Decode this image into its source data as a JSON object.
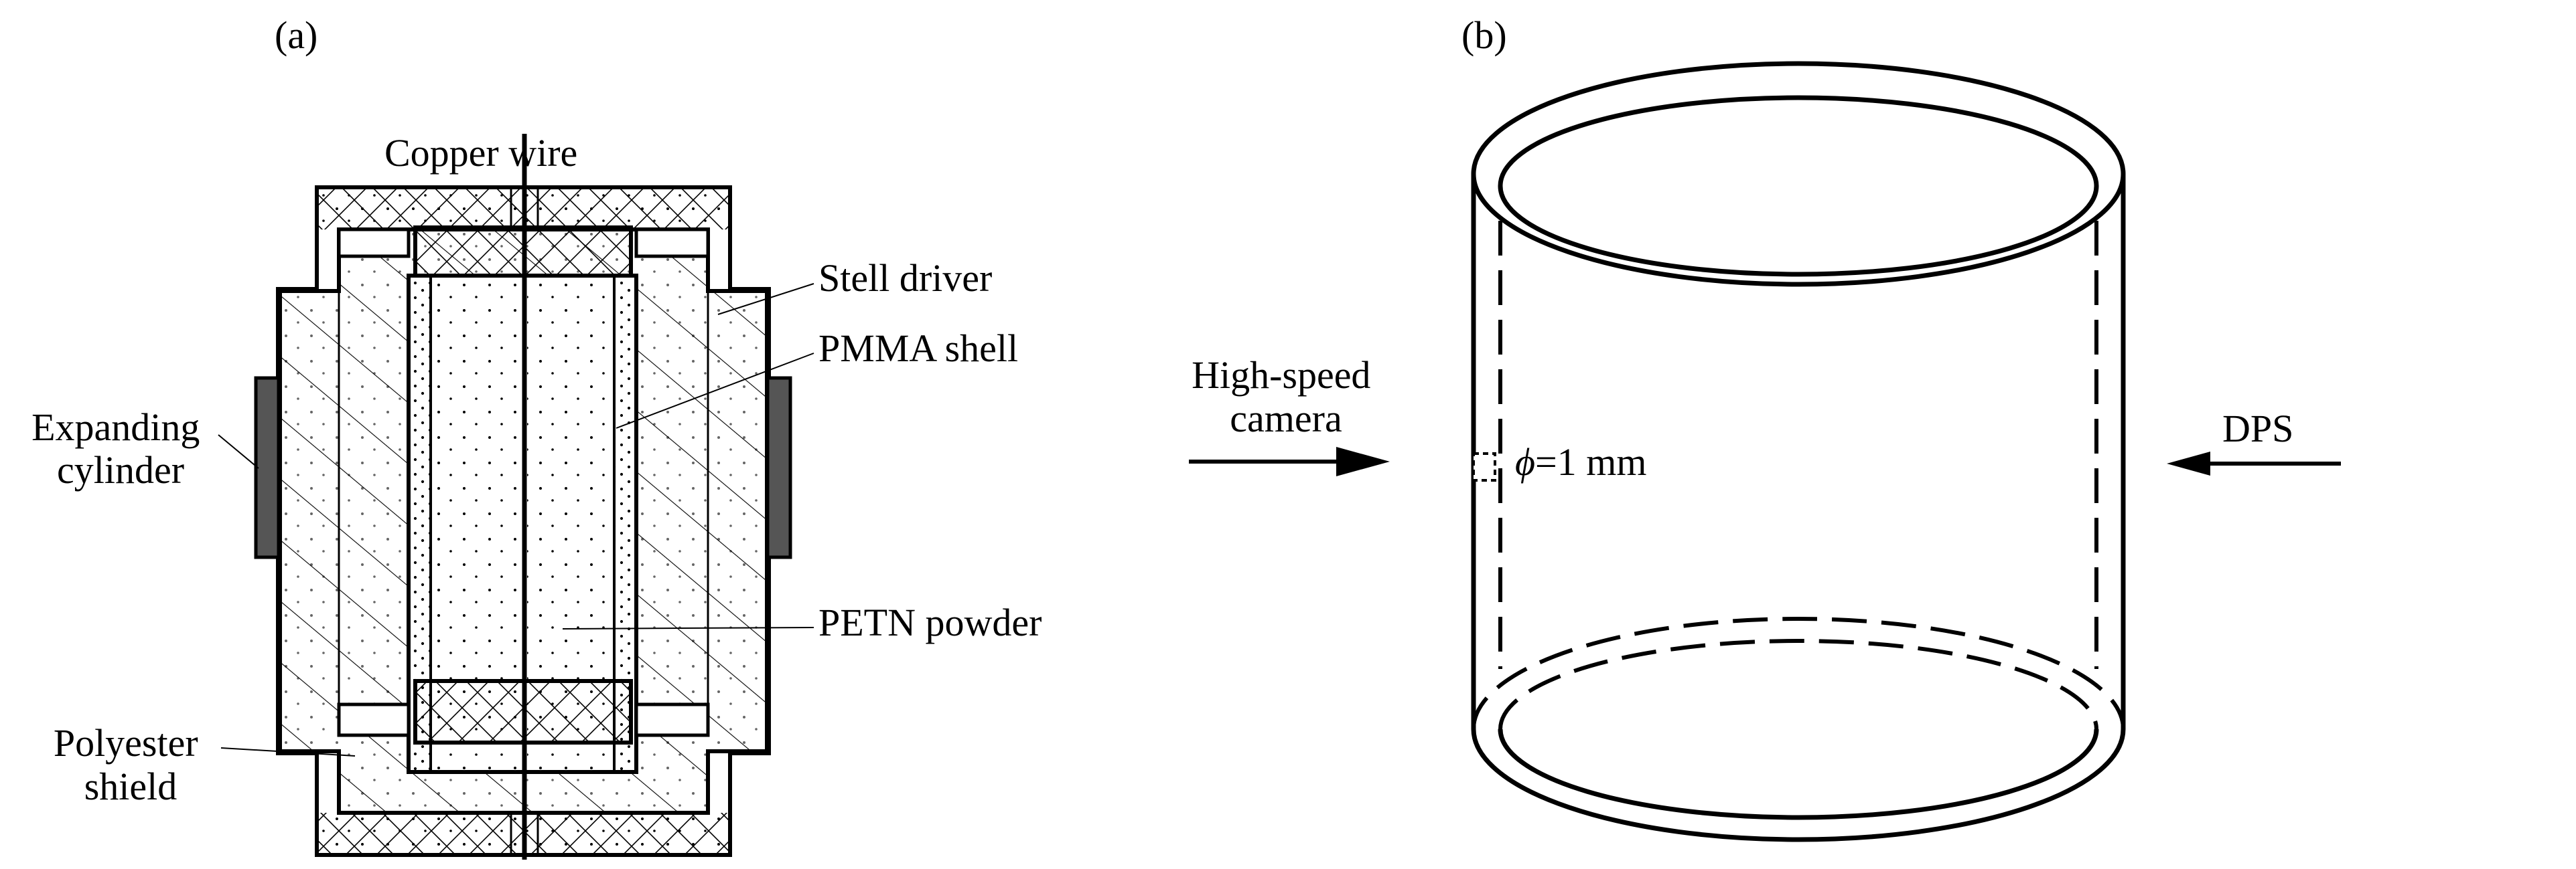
{
  "panel_a": {
    "label": "(a)",
    "labels": {
      "copper_wire": "Copper wire",
      "steel_driver": "Stell driver",
      "pmma_shell": "PMMA shell",
      "petn_powder": "PETN powder",
      "expanding_cylinder": [
        "Expanding",
        "cylinder"
      ],
      "polyester_shield": [
        "Polyester",
        "shield"
      ]
    }
  },
  "panel_b": {
    "label": "(b)",
    "labels": {
      "high_speed_camera": [
        "High-speed",
        "camera"
      ],
      "dps": "DPS",
      "hole_diameter": "=1 mm",
      "phi": "ϕ"
    }
  }
}
